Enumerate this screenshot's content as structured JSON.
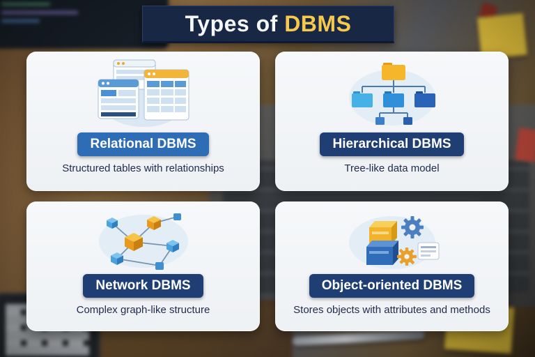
{
  "title": {
    "prefix": "Types of",
    "highlight": "DBMS",
    "highlight_color": "#f6c84c",
    "banner_bg": "#182744"
  },
  "cards": [
    {
      "title": "Relational DBMS",
      "subtitle": "Structured tables with relationships",
      "badge_color": "#2e6db6",
      "icon": "relational-tables-icon"
    },
    {
      "title": "Hierarchical DBMS",
      "subtitle": "Tree-like data model",
      "badge_color": "#1e3e74",
      "icon": "folder-tree-icon"
    },
    {
      "title": "Network DBMS",
      "subtitle": "Complex graph-like structure",
      "badge_color": "#1e3e74",
      "icon": "network-graph-icon"
    },
    {
      "title": "Object-oriented DBMS",
      "subtitle": "Stores objects with attributes and methods",
      "badge_color": "#1e3e74",
      "icon": "object-gears-icon"
    }
  ],
  "colors": {
    "card_bg": "#f3f5f7",
    "subtitle_text": "#202c4c",
    "orange": "#f2b32a",
    "blue": "#3f8fd0",
    "navy": "#1e3e74"
  }
}
